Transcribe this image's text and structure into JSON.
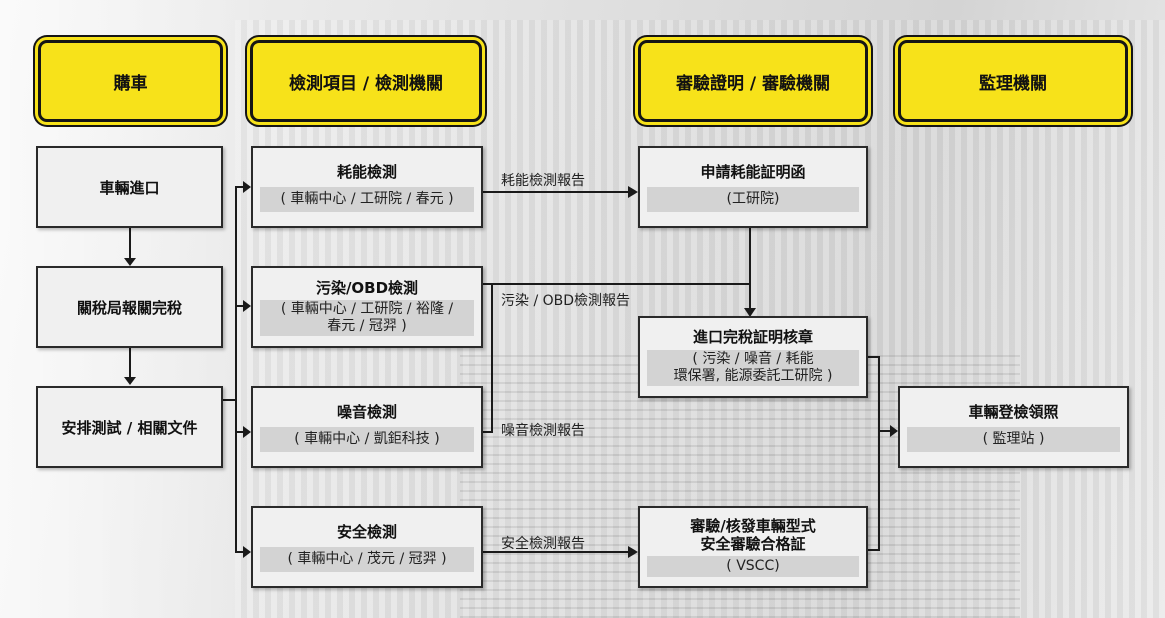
{
  "headers": {
    "purchase": "購車",
    "testing": "檢測項目 / 檢測機關",
    "certification": "審驗證明 / 審驗機關",
    "supervision": "監理機關"
  },
  "purchase_steps": {
    "import": "車輛進口",
    "customs": "關稅局報關完稅",
    "arrange": "安排測試 / 相關文件"
  },
  "tests": {
    "energy": {
      "title": "耗能檢測",
      "agencies": "( 車輛中心 / 工研院 / 春元 )"
    },
    "pollution": {
      "title": "污染/OBD檢測",
      "agencies_line1": "( 車輛中心 / 工研院 /  裕隆 /",
      "agencies_line2": "春元 / 冠羿 )"
    },
    "noise": {
      "title": "噪音檢測",
      "agencies": "( 車輛中心 / 凱鉅科技 )"
    },
    "safety": {
      "title": "安全檢測",
      "agencies": "( 車輛中心 / 茂元 / 冠羿 )"
    }
  },
  "reports": {
    "energy": "耗能檢測報告",
    "pollution": "污染 / OBD檢測報告",
    "noise": "噪音檢測報告",
    "safety": "安全檢測報告"
  },
  "certs": {
    "energy_letter": {
      "title": "申請耗能証明函",
      "agency": "(工研院)"
    },
    "tax_stamp": {
      "title": "進口完稅証明核章",
      "agency_line1": "( 污染 / 噪音 / 耗能",
      "agency_line2": "環保署, 能源委託工研院 )"
    },
    "vscc": {
      "title_line1": "審驗/核發車輛型式",
      "title_line2": "安全審驗合格証",
      "agency": "( VSCC)"
    }
  },
  "registration": {
    "title": "車輛登檢領照",
    "agency": "( 監理站 )"
  },
  "colors": {
    "header_yellow": "#f7e21a",
    "box_fill": "#f0f0f0",
    "sub_fill": "#d3d3d3",
    "line": "#1a1a1a"
  }
}
